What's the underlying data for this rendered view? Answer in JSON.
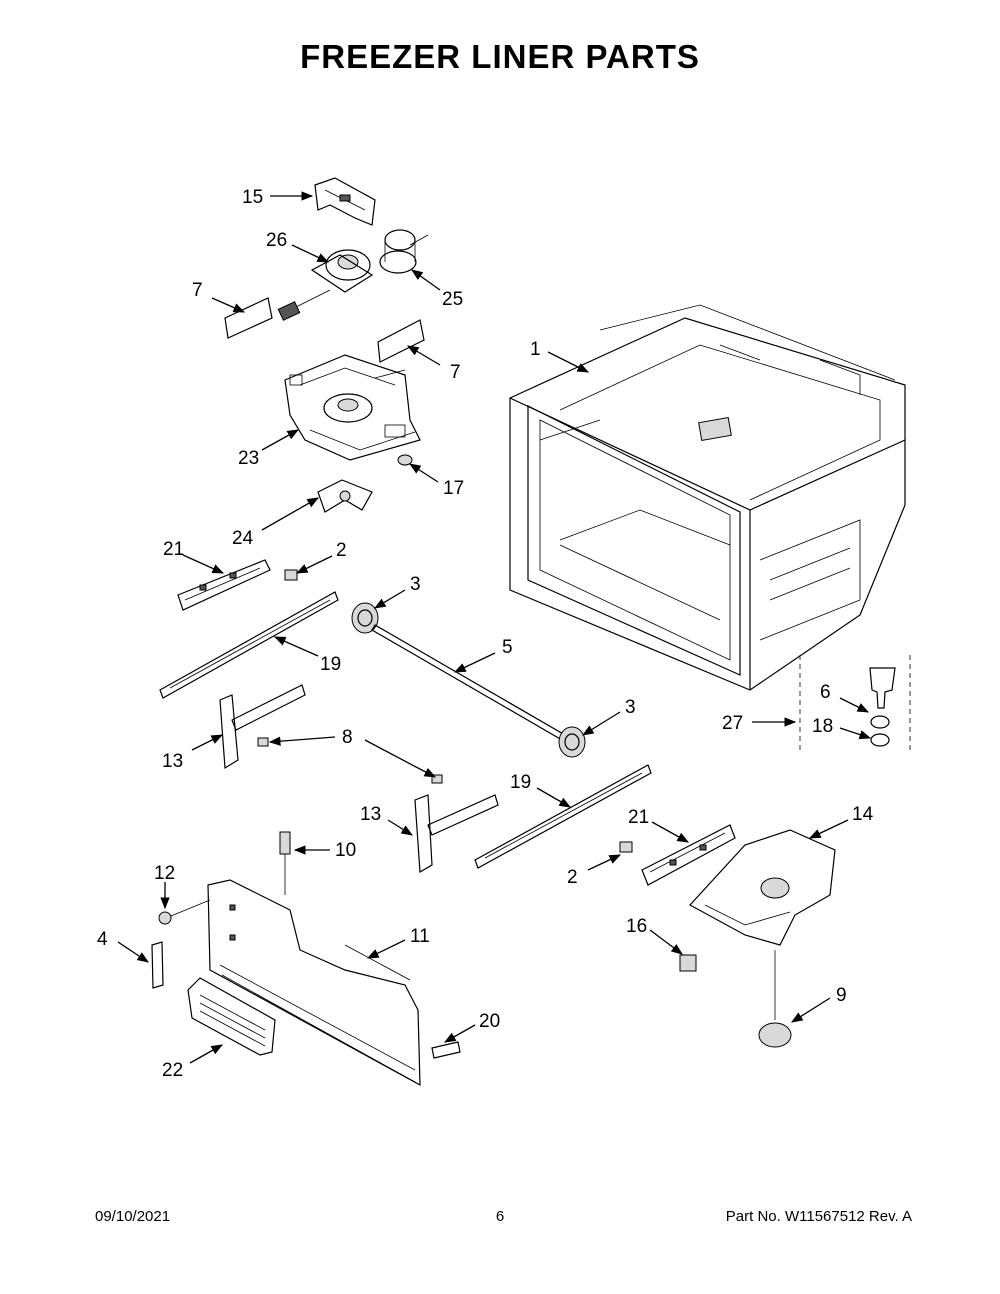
{
  "title": "FREEZER LINER PARTS",
  "callouts": [
    "15",
    "26",
    "25",
    "7",
    "7",
    "1",
    "23",
    "17",
    "24",
    "21",
    "2",
    "3",
    "5",
    "19",
    "3",
    "13",
    "8",
    "6",
    "27",
    "18",
    "19",
    "13",
    "21",
    "14",
    "10",
    "2",
    "12",
    "11",
    "4",
    "16",
    "9",
    "20",
    "22"
  ],
  "footer": {
    "date": "09/10/2021",
    "page": "6",
    "part_number": "Part No.  W11567512  Rev.  A"
  }
}
